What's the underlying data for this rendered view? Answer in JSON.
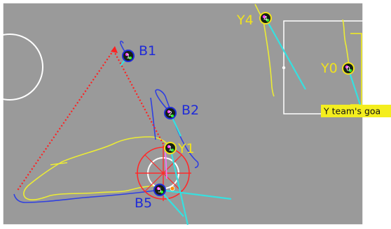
{
  "colors": {
    "field": "#9a9a9a",
    "field_line": "#ffffff",
    "team_b_label": "#1f2bd8",
    "team_y_label": "#f0e21e",
    "b_trail": "#3040e0",
    "y_trail": "#ecec34",
    "pass": "#ff2020",
    "velocity": "#36e0e0",
    "ball_zone": "#ff2a2a",
    "goal_badge": "#f4ee1e"
  },
  "players": [
    {
      "id": "B1",
      "team": "B",
      "number": "1",
      "label": "B1"
    },
    {
      "id": "B2",
      "team": "B",
      "number": "2",
      "label": "B2"
    },
    {
      "id": "B5",
      "team": "B",
      "number": "5",
      "label": "B5"
    },
    {
      "id": "Y1",
      "team": "Y",
      "number": "1",
      "label": "Y1"
    },
    {
      "id": "Y4",
      "team": "Y",
      "number": "4",
      "label": "Y4"
    },
    {
      "id": "Y0",
      "team": "Y",
      "number": "0",
      "label": "Y0"
    }
  ],
  "goal_label": "Y team's goa",
  "icons": {
    "robot": "robot-marker-icon",
    "ball": "ball-icon",
    "target": "target-zone-icon"
  }
}
